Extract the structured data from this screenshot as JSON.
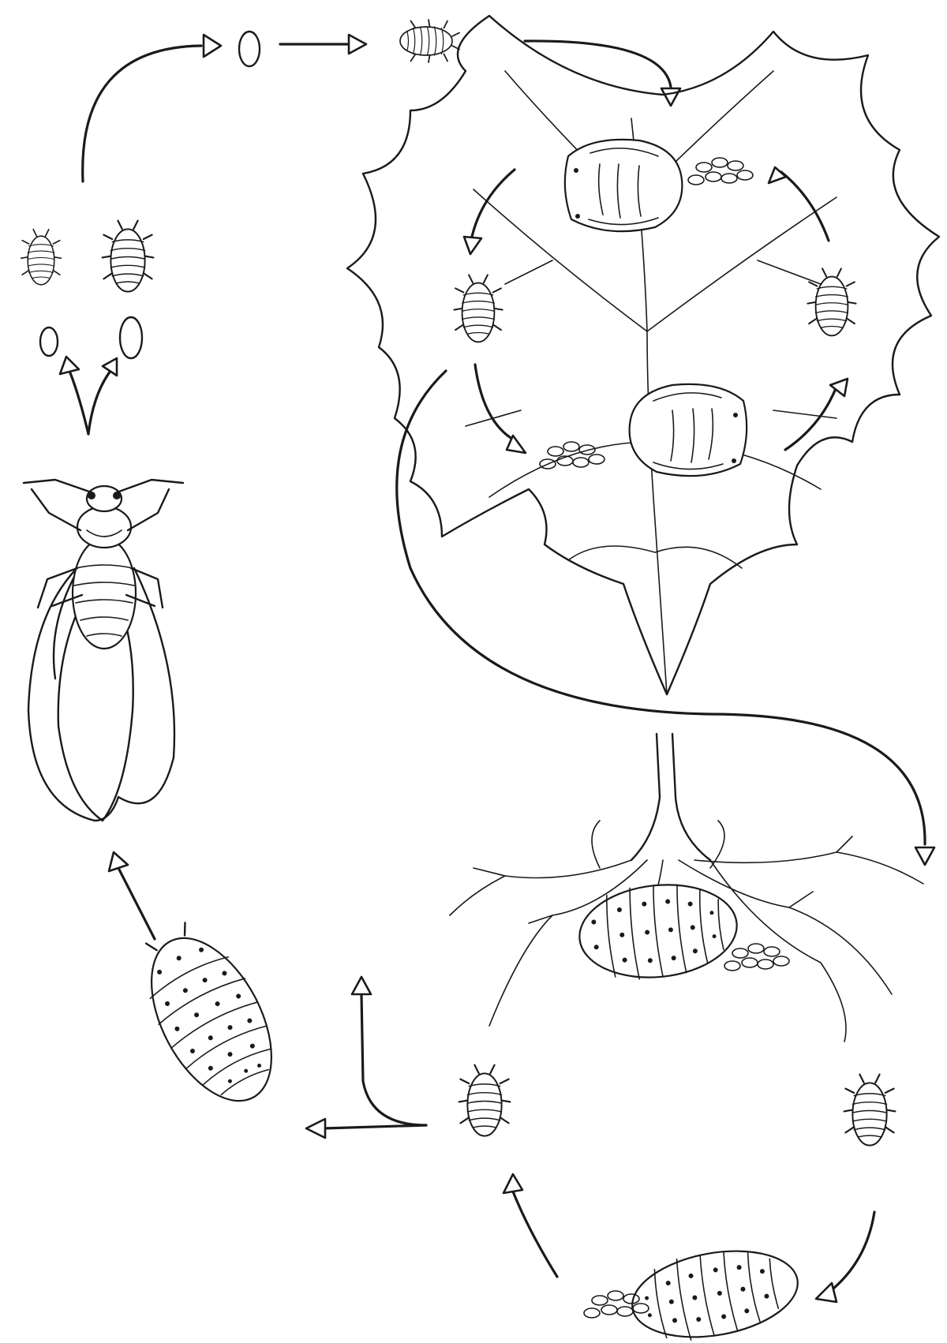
{
  "diagram": {
    "type": "life-cycle",
    "text_labels": [],
    "stages": [
      "winged-adult",
      "sexual-eggs",
      "sexual-forms",
      "overwintering-egg",
      "crawler",
      "leaf-gall-mother",
      "leaf-nymph-left",
      "leaf-nymph-right",
      "leaf-gall-egg-laying",
      "root-mother",
      "root-nymph-left",
      "root-nymph-right",
      "root-egg-laying-mother",
      "nymphal-stage"
    ],
    "colors": {
      "ink": "#1a1a1a",
      "paper": "#ffffff"
    }
  }
}
